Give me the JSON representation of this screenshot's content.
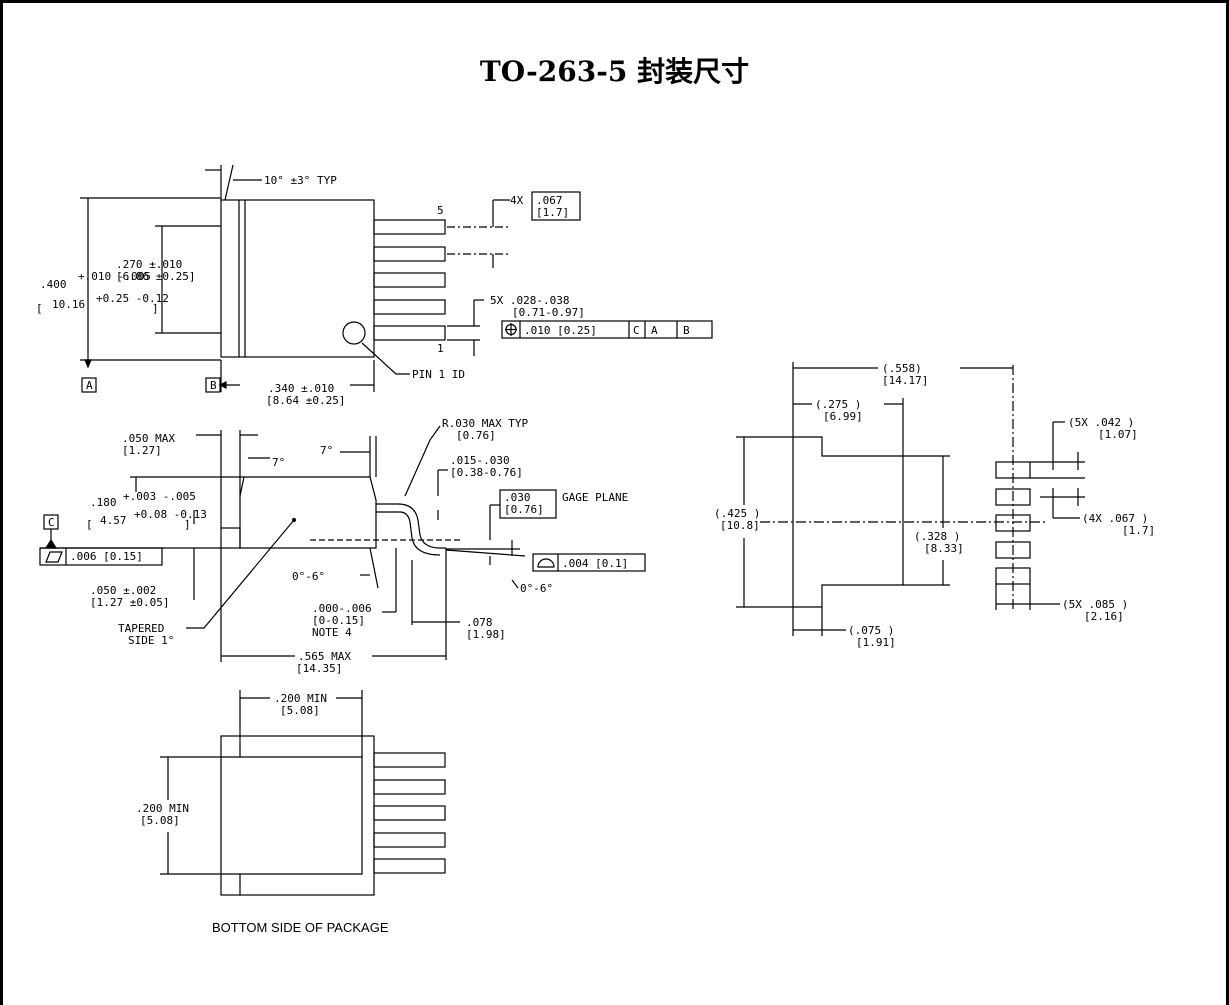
{
  "title": "TO-263-5 封装尺寸",
  "top_view": {
    "angle": "10° ±3° TYP",
    "height_in": ".400",
    "height_in_tol": "+.010 -.005",
    "height_mm": "10.16",
    "height_mm_tol": "+0.25 -0.12",
    "body_h_in": ".270 ±.010",
    "body_h_mm": "[6.86 ±0.25]",
    "body_w_in": ".340 ±.010",
    "body_w_mm": "[8.64 ±0.25]",
    "pitch_qty": "4X",
    "pitch_in": ".067",
    "pitch_mm": "[1.7]",
    "lead_w_label": "5X .028-.038",
    "lead_w_mm": "[0.71-0.97]",
    "position_tol": ".010 [0.25]",
    "datum_c": "C",
    "datum_a_ref": "A",
    "datum_b_ref": "B",
    "pin5": "5",
    "pin1": "1",
    "pin1_id": "PIN 1 ID",
    "datum_a": "A",
    "datum_b": "B"
  },
  "side_view": {
    "tab_in": ".050 MAX",
    "tab_mm": "[1.27]",
    "angle1": "7°",
    "angle2": "7°",
    "radius_in": "R.030 MAX TYP",
    "radius_mm": "[0.76]",
    "lead_t_in": ".015-.030",
    "lead_t_mm": "[0.38-0.76]",
    "gage_in": ".030",
    "gage_mm": "[0.76]",
    "gage_label": "GAGE PLANE",
    "height_in": ".180",
    "height_in_tol": "+.003 -.005",
    "height_mm": "4.57",
    "height_mm_tol": "+0.08 -0.13",
    "datum_c": "C",
    "flatness": ".006 [0.15]",
    "profile": ".004 [0.1]",
    "foot_angle": "0°-6°",
    "body_angle": "0°-6°",
    "standoff_in": ".050 ±.002",
    "standoff_mm": "[1.27 ±0.05]",
    "clear_in": ".000-.006",
    "clear_mm": "[0-0.15]",
    "note": "NOTE 4",
    "foot_in": ".078",
    "foot_mm": "[1.98]",
    "taper1": "TAPERED",
    "taper2": "SIDE 1°",
    "len_in": ".565 MAX",
    "len_mm": "[14.35]"
  },
  "bottom_view": {
    "w_in": ".200 MIN",
    "w_mm": "[5.08]",
    "h_in": ".200 MIN",
    "h_mm": "[5.08]",
    "caption": "BOTTOM SIDE OF PACKAGE"
  },
  "land_pattern": {
    "total_in": "(.558)",
    "total_mm": "[14.17]",
    "tab_w_in": "(.275 )",
    "tab_w_mm": "[6.99]",
    "pad_h_in": "(5X .042 )",
    "pad_h_mm": "[1.07]",
    "pitch_in": "(4X .067 )",
    "pitch_mm": "[1.7]",
    "height_in": "(.425 )",
    "height_mm": "[10.8]",
    "inner_in": "(.328 )",
    "inner_mm": "[8.33]",
    "pad_w_in": "(5X .085 )",
    "pad_w_mm": "[2.16]",
    "gap_in": "(.075 )",
    "gap_mm": "[1.91]"
  }
}
